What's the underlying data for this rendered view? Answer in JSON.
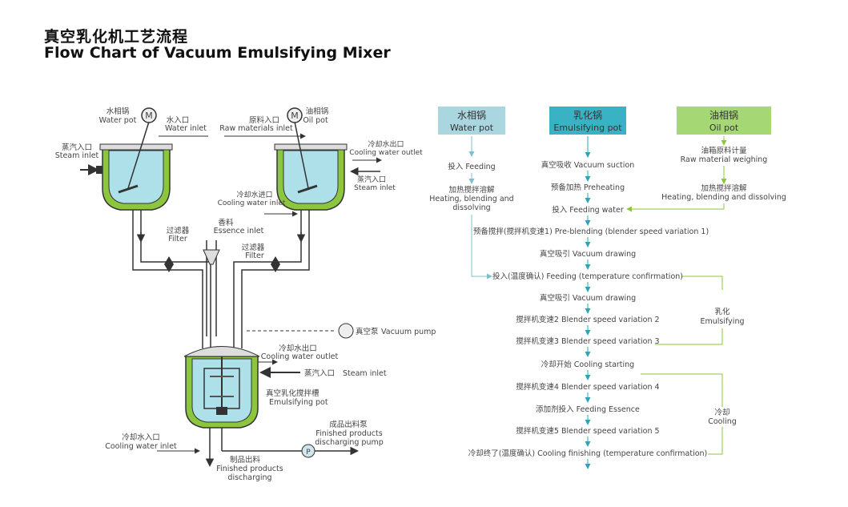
{
  "title": {
    "zh": "真空乳化机工艺流程",
    "en": "Flow Chart of Vacuum Emulsifying Mixer"
  },
  "equipment": {
    "water_pot": {
      "zh": "水相锅",
      "en": "Water pot"
    },
    "oil_pot": {
      "zh": "油相锅",
      "en": "Oil pot"
    },
    "motor_letter": "M",
    "water_inlet": {
      "zh": "水入口",
      "en": "Water inlet"
    },
    "raw_materials_inlet": {
      "zh": "原料入口",
      "en": "Raw materials inlet"
    },
    "steam_inlet_left": {
      "zh": "蒸汽入口",
      "en": "Steam inlet"
    },
    "cooling_water_outlet_top": {
      "zh": "冷却水出口",
      "en": "Cooling water outlet"
    },
    "steam_inlet_right": {
      "zh": "蒸汽入口",
      "en": "Steam inlet"
    },
    "cooling_water_inlet_mid": {
      "zh": "冷却水进口",
      "en": "Cooling water inlet"
    },
    "filter_left": {
      "zh": "过滤器",
      "en": "Filter"
    },
    "essence_inlet": {
      "zh": "香料",
      "en": "Essence inlet"
    },
    "filter_right": {
      "zh": "过滤器",
      "en": "Filter"
    },
    "vacuum_pump": {
      "zh": "真空泵",
      "en": "Vacuum pump"
    },
    "cooling_water_outlet_pot": {
      "zh": "冷却水出口",
      "en": "Cooling water outlet"
    },
    "steam_inlet_pot": {
      "zh": "蒸汽入口",
      "en": "Steam inlet"
    },
    "emulsifying_pot": {
      "zh": "真空乳化搅拌槽",
      "en": "Emulsifying pot"
    },
    "discharging_pump": {
      "zh": "成品出料泵",
      "en1": "Finished products",
      "en2": "discharging pump"
    },
    "cooling_water_inlet_bottom": {
      "zh": "冷却水入口",
      "en": "Cooling water inlet"
    },
    "finished_discharging": {
      "zh": "制品出料",
      "en1": "Finished products",
      "en2": "discharging"
    },
    "pump_letter": "P"
  },
  "flow": {
    "headers": {
      "water": {
        "zh": "水相锅",
        "en": "Water pot",
        "color": "#a9d6df"
      },
      "emulsify": {
        "zh": "乳化锅",
        "en": "Emulsifying pot",
        "color": "#39b3c4"
      },
      "oil": {
        "zh": "油相锅",
        "en": "Oil pot",
        "color": "#a5d874"
      }
    },
    "water_steps": {
      "feeding": "投入 Feeding",
      "hbd_zh": "加热搅拌溶解",
      "hbd_en1": "Heating, blending and",
      "hbd_en2": "dissolving"
    },
    "oil_steps": {
      "weigh_zh": "油箱原料计量",
      "weigh_en": "Raw material weighing",
      "hbd_zh": "加热搅拌溶解",
      "hbd_en": "Heating, blending and dissolving"
    },
    "main_steps": [
      "真空吸收 Vacuum suction",
      "预备加热 Preheating",
      "投入 Feeding water",
      "预备搅拌(搅拌机变速1) Pre-blending (blender speed variation 1)",
      "真空吸引 Vacuum drawing",
      "投入(温度确认) Feeding (temperature confirmation)",
      "真空吸引 Vacuum drawing",
      "搅拌机变速2 Blender speed variation 2",
      "搅拌机变速3 Blender speed variation 3",
      "冷却开始 Cooling starting",
      "搅拌机变速4 Blender speed variation 4",
      "添加剂投入 Feeding Essence",
      "搅拌机变速5 Blender speed variation 5",
      "冷却终了(温度确认) Cooling finishing (temperature confirmation)"
    ],
    "phases": {
      "emulsifying": {
        "zh": "乳化",
        "en": "Emulsifying"
      },
      "cooling": {
        "zh": "冷却",
        "en": "Cooling"
      }
    },
    "colors": {
      "arrow_main": "#2aa6b8",
      "arrow_water": "#7fbfcc",
      "arrow_oil": "#8cc63f"
    }
  }
}
